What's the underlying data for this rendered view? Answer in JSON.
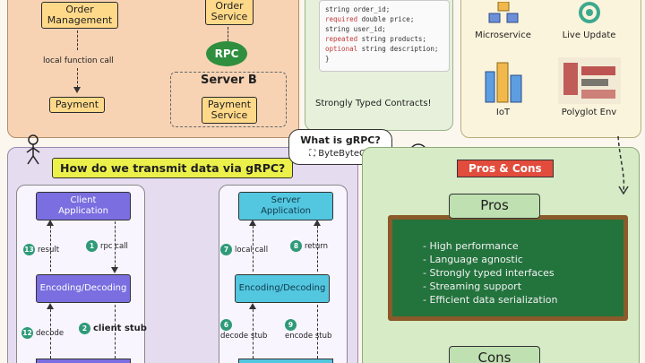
{
  "rpc_panel": {
    "order_management": "Order\nManagement",
    "order_service": "Order\nService",
    "local_call": "local function call",
    "payment_left": "Payment",
    "rpc": "RPC",
    "server_b": "Server B",
    "payment_service": "Payment\nService"
  },
  "contract_panel": {
    "code_lines": [
      {
        "kw": "",
        "text": "string order_id;"
      },
      {
        "kw": "required",
        "text": " double price;"
      },
      {
        "kw": "",
        "text": "string user_id;"
      },
      {
        "kw": "repeated",
        "text": " string products;"
      },
      {
        "kw": "optional",
        "text": " string description;"
      },
      {
        "kw": "",
        "text": "}"
      }
    ],
    "label": "Strongly Typed Contracts!"
  },
  "use_cases": {
    "items": [
      {
        "label": "Microservice",
        "icon": "cubes-icon",
        "color": "#f2b84b"
      },
      {
        "label": "Live Update",
        "icon": "refresh-gear-icon",
        "color": "#3ea98f"
      },
      {
        "label": "IoT",
        "icon": "city-iot-icon",
        "color": "#5d9ee0"
      },
      {
        "label": "Polyglot Env",
        "icon": "language-cloud-icon",
        "color": "#b33939"
      }
    ]
  },
  "callout": {
    "question": "What is gRPC?",
    "brand": "ByteByteGo"
  },
  "transmit": {
    "title": "How do we transmit data via gRPC?",
    "client_app": "Client\nApplication",
    "server_app": "Server\nApplication",
    "enc_dec": "Encoding/Decoding",
    "steps": {
      "s13": {
        "num": "13",
        "label": "result"
      },
      "s1": {
        "num": "1",
        "label": "rpc call"
      },
      "s7": {
        "num": "7",
        "label": "local call"
      },
      "s8": {
        "num": "8",
        "label": "return"
      },
      "s12": {
        "num": "12",
        "label": "decode"
      },
      "s2": {
        "num": "2",
        "label": "client stub"
      },
      "s6": {
        "num": "6",
        "label": "decode stub"
      },
      "s9": {
        "num": "9",
        "label": "encode stub"
      }
    }
  },
  "pros_cons": {
    "tag": "Pros & Cons",
    "pros_title": "Pros",
    "pros": [
      "- High performance",
      "- Language agnostic",
      "- Strongly typed interfaces",
      "- Streaming support",
      "- Efficient data serialization"
    ],
    "cons_title": "Cons"
  }
}
